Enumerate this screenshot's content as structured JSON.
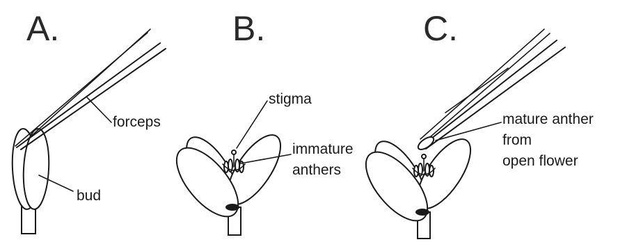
{
  "panels": {
    "a": {
      "letter": "A.",
      "labels": {
        "forceps": "forceps",
        "bud": "bud"
      }
    },
    "b": {
      "letter": "B.",
      "labels": {
        "stigma": "stigma",
        "anthers_line1": "immature",
        "anthers_line2": "anthers"
      }
    },
    "c": {
      "letter": "C.",
      "labels": {
        "line1": "mature anther",
        "line2": "from",
        "line3": "open flower"
      }
    }
  }
}
